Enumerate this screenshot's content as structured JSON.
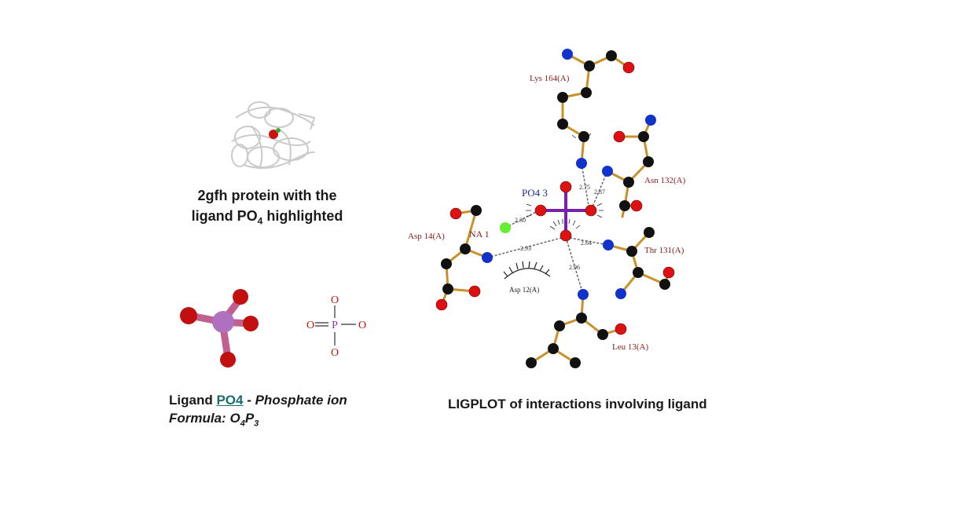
{
  "protein_caption": {
    "line1": "2gfh protein with the",
    "line2_prefix": "ligand PO",
    "line2_sub": "4",
    "line2_suffix": " highlighted"
  },
  "ligand_caption": {
    "prefix": "Ligand ",
    "link": "PO4",
    "separator": " - ",
    "name": "Phosphate ion",
    "formula_label": "Formula: ",
    "formula_O": "O",
    "formula_O_sub": "4",
    "formula_P": "P",
    "formula_P_sub": "3"
  },
  "ligplot_caption": "LIGPLOT of interactions involving ligand",
  "structure_2d": {
    "atom_top": "O",
    "atom_left": "O",
    "atom_right": "O",
    "atom_bottom": "O",
    "atom_center": "P"
  },
  "ligplot": {
    "ligand_name": "PO4 3",
    "ion_name": "NA 1",
    "residues": {
      "lys164": "Lys 164(A)",
      "asn132": "Asn 132(A)",
      "asp14": "Asp 14(A)",
      "thr131": "Thr 131(A)",
      "asp12": "Asp 12(A)",
      "leu13": "Leu 13(A)"
    },
    "distances": {
      "d275": "2.75",
      "d287": "2.87",
      "d230": "2.30",
      "d293": "2.93",
      "d264": "2.64",
      "d296": "2.96"
    }
  },
  "colors": {
    "carbon": "#111111",
    "oxygen": "#dd1111",
    "nitrogen": "#1133cc",
    "sodium": "#66ee33",
    "phosphorus_bond": "#7722aa",
    "bond": "#c8922a",
    "hbond": "#666666",
    "residue_label": "#8b1a1a",
    "ligand_label": "#1a2a9a",
    "ball_stick_o": "#c21010",
    "ball_stick_p": "#b070c0"
  }
}
